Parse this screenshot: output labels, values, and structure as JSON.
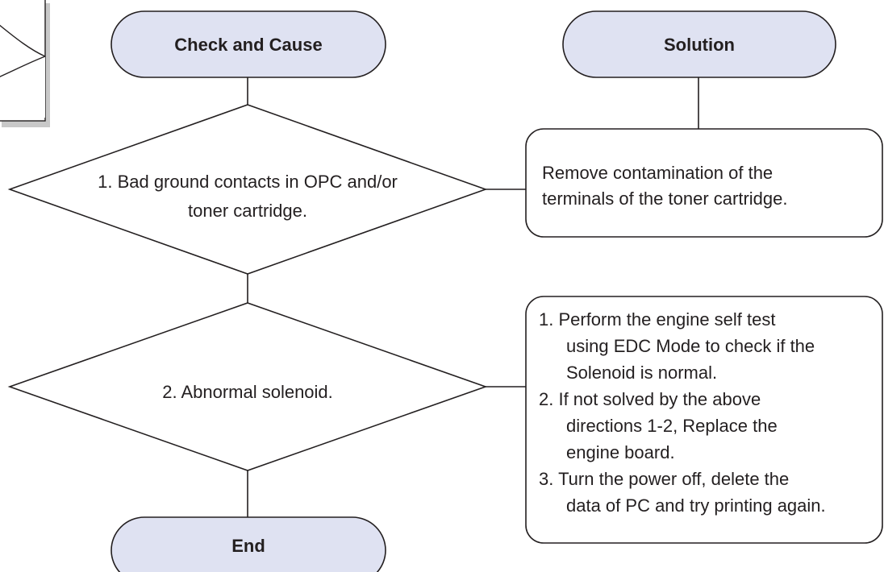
{
  "flowchart": {
    "header_left": "Check and Cause",
    "header_right": "Solution",
    "end_label": "End",
    "decisions": [
      {
        "lines": [
          "1. Bad ground contacts in OPC and/or",
          "toner cartridge."
        ]
      },
      {
        "lines": [
          "2. Abnormal solenoid."
        ]
      }
    ],
    "solutions": [
      {
        "lines": [
          "Remove contamination of the",
          "terminals of the toner cartridge."
        ]
      },
      {
        "lines": [
          "1. Perform the engine self test",
          "using EDC Mode to check if the",
          "Solenoid is normal.",
          "2. If not solved by the above",
          "directions 1-2, Replace the",
          "engine board.",
          "3. Turn the power off, delete the",
          "data of PC and try printing again."
        ]
      }
    ]
  },
  "colors": {
    "terminal_fill": "#dfe2f2",
    "stroke": "#231f20",
    "page_corner_shadow": "#c8c8c8"
  }
}
